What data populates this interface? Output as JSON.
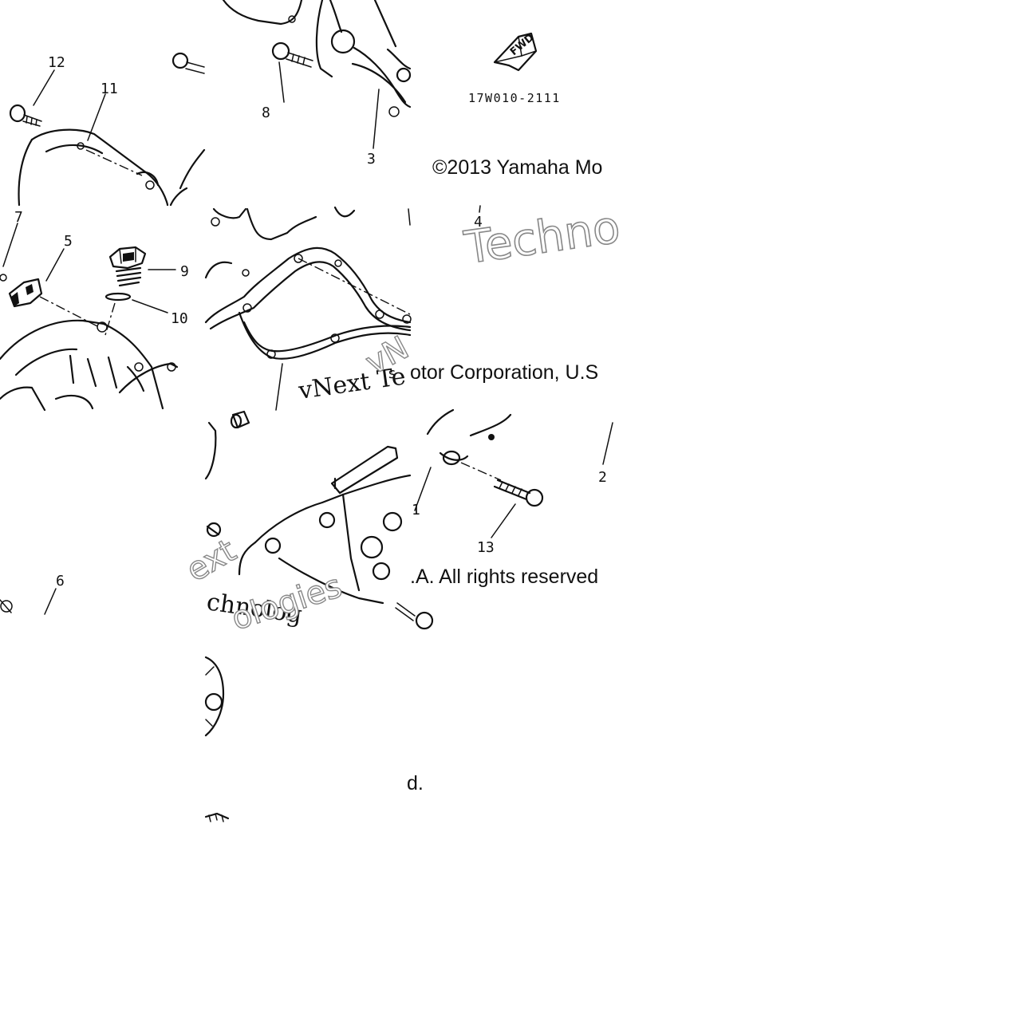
{
  "callouts": {
    "c1": "1",
    "c2": "2",
    "c3": "3",
    "c4": "4",
    "c5": "5",
    "c6": "6",
    "c7": "7",
    "c8": "8",
    "c9": "9",
    "c10": "10",
    "c11": "11",
    "c12": "12",
    "c13": "13"
  },
  "part_code": "17W010-2111",
  "fwd_label": "FWD",
  "copyright_fragments": {
    "f1": "©2013 Yamaha Mo",
    "f2": "otor Corporation, U.S",
    "f3": ".A. All rights reserved",
    "f4": "d."
  },
  "watermark_fragments": {
    "w1": "vNext Te",
    "w2": "Techno",
    "w3": "chnolog",
    "w4": "ext",
    "w5": "ologies",
    "w6": "vN"
  }
}
